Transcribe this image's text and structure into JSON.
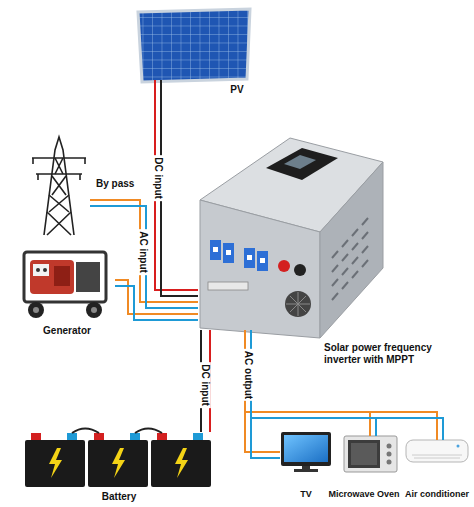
{
  "diagram": {
    "nodes": [
      {
        "text": [
          "PV"
        ]
      },
      {
        "text": [
          "By pass"
        ]
      },
      {
        "text": [
          "Generator"
        ]
      },
      {
        "text": [
          "Solar power frequency inverter with MPPT"
        ]
      },
      {
        "text": [
          "Battery"
        ]
      },
      {
        "text": [
          "TV"
        ]
      },
      {
        "text": [
          "Microwave Oven"
        ]
      },
      {
        "text": [
          "Air conditioner"
        ]
      }
    ],
    "edges": [
      {
        "from": 0,
        "to": 3,
        "arrow": "none",
        "label": "DC input"
      },
      {
        "from": 1,
        "to": 3,
        "arrow": "none",
        "label": "AC input"
      },
      {
        "from": 2,
        "to": 3,
        "arrow": "none"
      },
      {
        "from": 4,
        "to": 3,
        "arrow": "none",
        "label": "DC input"
      },
      {
        "from": 3,
        "to": 5,
        "arrow": "none",
        "label": "AC output"
      },
      {
        "from": 3,
        "to": 6,
        "arrow": "none"
      },
      {
        "from": 3,
        "to": 7,
        "arrow": "none"
      }
    ]
  }
}
